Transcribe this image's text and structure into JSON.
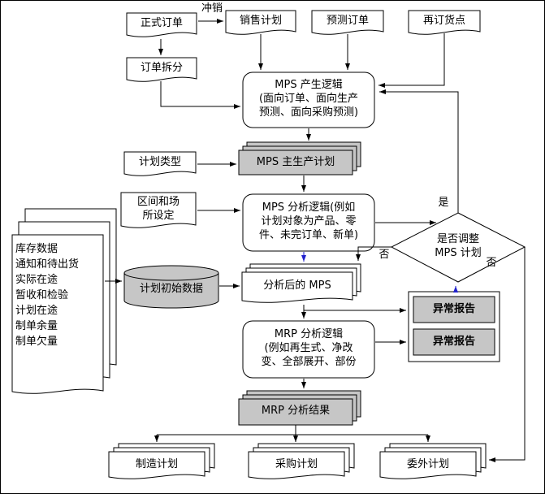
{
  "diagram": {
    "nodes": {
      "formal_order": "正式订单",
      "sales_plan": "销售计划",
      "forecast_order": "预测订单",
      "reorder_point": "再订货点",
      "order_split": "订单拆分",
      "mps_generation": "MPS 产生逻辑\n(面向订单、面向生产\n预测、面向采购预测)",
      "plan_type": "计划类型",
      "mps_master_plan": "MPS 主生产计划",
      "range_location": "区间和场\n所设定",
      "mps_analysis": "MPS 分析逻辑(例如\n计划对象为产品、零\n件、未完订单、新单)",
      "adjust_decision": "是否调整\nMPS 计划",
      "source_data_stack": "库存数据\n通知和待出货\n实际在途\n暂收和检验\n计划在途\n制单余量\n制单欠量",
      "plan_initial_data": "计划初始数据",
      "analyzed_mps": "分析后的 MPS",
      "mrp_analysis": "MRP 分析逻辑\n(例如再生式、净改\n变、全部展开、部份",
      "exception_report_1": "异常报告",
      "exception_report_2": "异常报告",
      "mrp_result": "MRP 分析结果",
      "manufacturing_plan": "制造计划",
      "purchase_plan": "采购计划",
      "outsourcing_plan": "委外计划"
    },
    "edge_labels": {
      "write_off": "冲销",
      "yes": "是",
      "no_left": "否",
      "no_right": "否"
    },
    "colors": {
      "shape_fill_shaded": "#c6c6c6",
      "shape_fill_plain": "#ffffff",
      "line": "#000000",
      "blue_arrow": "#2222cc"
    }
  }
}
